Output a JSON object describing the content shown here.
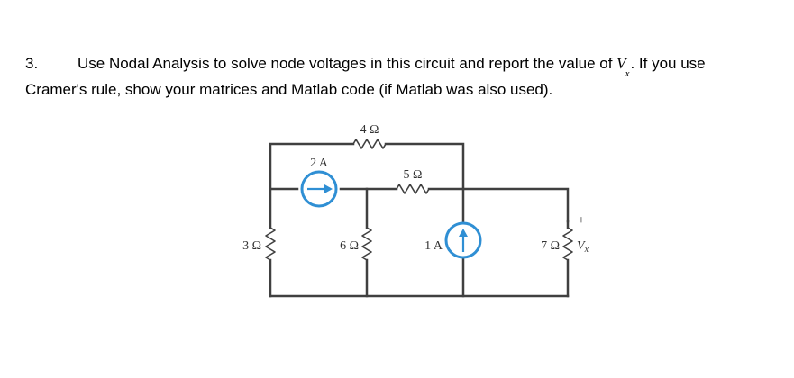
{
  "question": {
    "number": "3.",
    "line1_before": "Use Nodal Analysis to solve node voltages in this circuit and report the value of ",
    "var_symbol": "V",
    "var_subscript": "x",
    "line1_after": ". If you use",
    "line2": "Cramer's rule, show your matrices and Matlab code (if Matlab was also used)."
  },
  "circuit": {
    "wire_color": "#404040",
    "source_color": "#2f8fd4",
    "labels": {
      "r4": "4 Ω",
      "r5": "5 Ω",
      "r3": "3 Ω",
      "r6": "6 Ω",
      "r7": "7 Ω",
      "i2": "2 A",
      "i1": "1 A",
      "vx_plus": "+",
      "vx_minus": "−",
      "vx": "V",
      "vx_sub": "x"
    }
  }
}
